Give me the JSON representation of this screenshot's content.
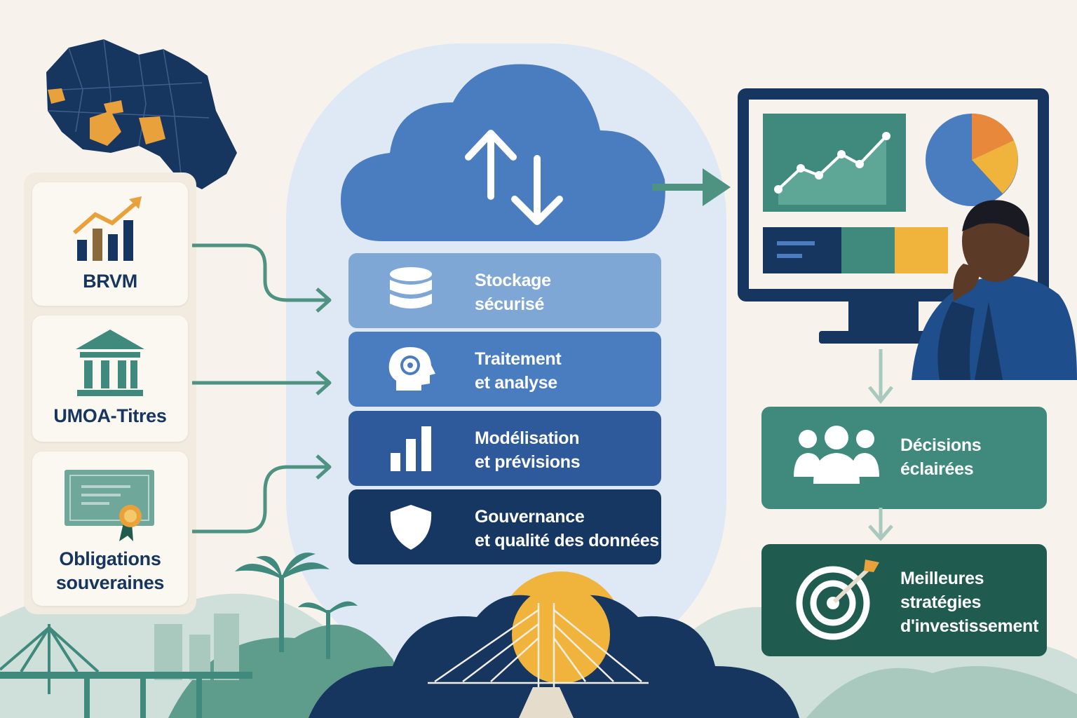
{
  "sources": [
    {
      "label": "BRVM",
      "icon": "rising-bar-chart-icon"
    },
    {
      "label": "UMOA-Titres",
      "icon": "bank-building-icon"
    },
    {
      "label": "Obligations\nsouveraines",
      "icon": "certificate-icon"
    }
  ],
  "layers": [
    {
      "label": "Stockage\nsécurisé",
      "icon": "database-icon",
      "color": "#7fa7d6"
    },
    {
      "label": "Traitement\net analyse",
      "icon": "head-gear-icon",
      "color": "#4a7cc0"
    },
    {
      "label": "Modélisation\net prévisions",
      "icon": "bar-chart-icon",
      "color": "#2e5a9c"
    },
    {
      "label": "Gouvernance\net qualité des données",
      "icon": "shield-icon",
      "color": "#173763"
    }
  ],
  "outcomes": [
    {
      "label": "Décisions\néclairées",
      "icon": "people-group-icon",
      "color": "#3f8a7d"
    },
    {
      "label": "Meilleures\nstratégies\nd'investissement",
      "icon": "target-arrow-icon",
      "color": "#1f5b4e"
    }
  ],
  "cloud": {
    "icon": "sync-arrows-icon"
  },
  "colors": {
    "navy": "#16355f",
    "teal": "#3f8a7d",
    "orange": "#e9a23b",
    "cloud_blue": "#4a7cc0",
    "background": "#f7f3ec"
  }
}
